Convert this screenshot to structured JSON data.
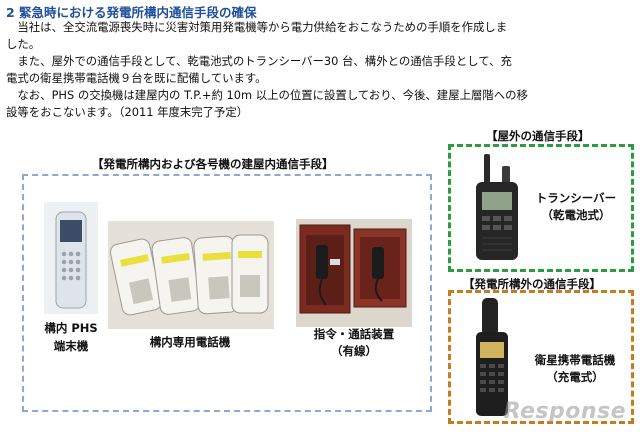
{
  "section": {
    "title": "2 緊急時における発電所構内通信手段の確保",
    "paragraphs": [
      "　当社は、全交流電源喪失時に災害対策用発電機等から電力供給をおこなうための手順を作成しま",
      "した。",
      "　また、屋外での通信手段として、乾電池式のトランシーバー30 台、構外との通信手段として、充",
      "電式の衛星携帯電話機９台を既に配備しています。",
      "　なお、PHS の交換機は建屋内の T.P.+約 10m 以上の位置に設置しており、今後、建屋上層階への移",
      "設等をおこないます。（2011 年度末完了予定）"
    ]
  },
  "onsite": {
    "label": "【発電所構内および各号機の建屋内通信手段】",
    "items": [
      {
        "caption_line1": "構内 PHS",
        "caption_line2": "端末機"
      },
      {
        "caption_line1": "構内専用電話機",
        "caption_line2": ""
      },
      {
        "caption_line1": "指令・通話装置",
        "caption_line2": "（有線）"
      }
    ]
  },
  "outdoor": {
    "label": "【屋外の通信手段】",
    "device_line1": "トランシーバー",
    "device_line2": "（乾電池式）"
  },
  "offsite": {
    "label": "【発電所構外の通信手段】",
    "device_line1": "衛星携帯電話機",
    "device_line2": "（充電式）"
  },
  "watermark": "Response",
  "colors": {
    "heading": "#1f4e9c",
    "blue_box": "#8aa9d6",
    "green_box": "#2a9d3e",
    "orange_box": "#c97a1e"
  }
}
